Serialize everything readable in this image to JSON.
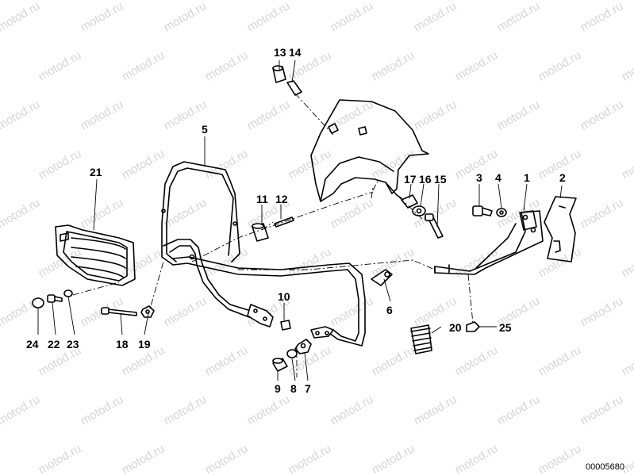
{
  "watermark": {
    "text": "motod.ru",
    "color": "#d6d6d6"
  },
  "diagram_code": "00005680",
  "callouts": [
    "1",
    "2",
    "3",
    "4",
    "5",
    "6",
    "7",
    "8",
    "9",
    "10",
    "11",
    "12",
    "13",
    "14",
    "15",
    "16",
    "17",
    "18",
    "19",
    "20",
    "21",
    "22",
    "23",
    "24",
    "25"
  ]
}
